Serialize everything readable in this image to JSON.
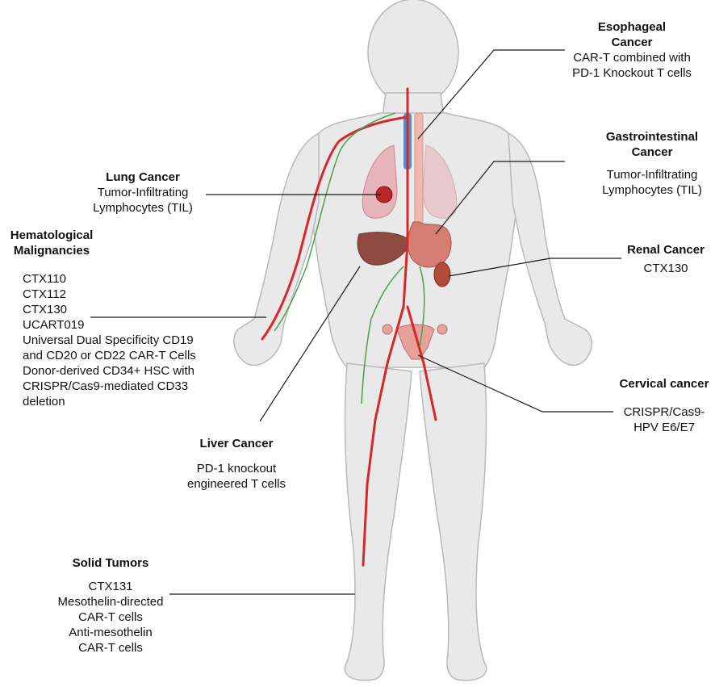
{
  "labels": {
    "esophageal": {
      "title_1": "Esophageal",
      "title_2": "Cancer",
      "body_1": "CAR-T   combined with",
      "body_2": "PD-1 Knockout T cells"
    },
    "gastrointestinal": {
      "title_1": "Gastrointestinal",
      "title_2": "Cancer",
      "body_1": "Tumor-Infiltrating",
      "body_2": "Lymphocytes (TIL)"
    },
    "lung": {
      "title_1": "Lung Cancer",
      "body_1": "Tumor-Infiltrating",
      "body_2": "Lymphocytes (TIL)"
    },
    "hematological": {
      "title_1": "Hematological",
      "title_2": "Malignancies",
      "body": [
        "CTX110",
        "CTX112",
        "CTX130",
        "UCART019",
        "Universal   Dual Specificity CD19",
        "and CD20 or CD22 CAR-T Cells",
        "Donor-derived CD34+ HSC with",
        "CRISPR/Cas9-mediated CD33",
        "deletion"
      ]
    },
    "renal": {
      "title_1": "Renal Cancer",
      "body_1": "CTX130"
    },
    "cervical": {
      "title_1": "Cervical cancer",
      "body_1": "CRISPR/Cas9-",
      "body_2": "HPV E6/E7"
    },
    "liver": {
      "title_1": "Liver Cancer",
      "body_1": "PD-1   knockout",
      "body_2": "engineered T cells"
    },
    "solid": {
      "title_1": "Solid Tumors",
      "body": [
        "CTX131",
        "Mesothelin-directed",
        "CAR-T cells",
        "Anti-mesothelin",
        "CAR-T cells"
      ]
    }
  },
  "colors": {
    "skin": "#e9e9ea",
    "skin_outline": "#b9b9bb",
    "artery": "#d8262b",
    "lymph": "#49a34a",
    "lung": "#e7b4bb",
    "tumor": "#b8262a",
    "liver": "#8f4a40",
    "stomach": "#d47e73",
    "kidney": "#b34b3b",
    "trachea": "#4f8fc9",
    "esophagus": "#f0b7ac",
    "uterus": "#e7a19a",
    "leader_line": "#1a1a1a"
  }
}
